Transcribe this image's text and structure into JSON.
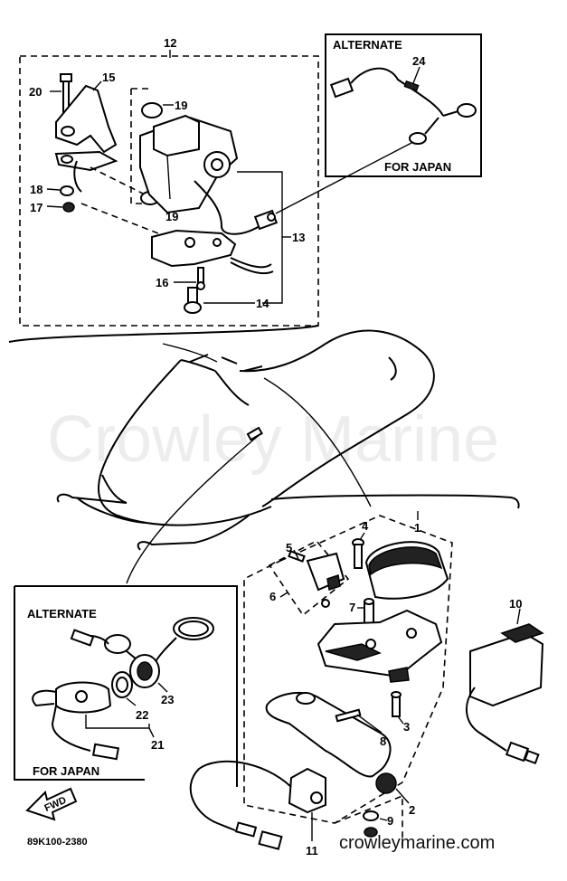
{
  "watermark": "Crowley Marine",
  "site_footer": "crowleymarine.com",
  "diagram_code": "89K100-2380",
  "fwd_label": "FWD",
  "top_box": {
    "title_group": "12",
    "alternate_title": "ALTERNATE",
    "for_japan": "FOR JAPAN"
  },
  "left_box": {
    "alternate_title": "ALTERNATE",
    "for_japan": "FOR JAPAN"
  },
  "callouts": {
    "c1": "1",
    "c2": "2",
    "c3": "3",
    "c4": "4",
    "c5": "5",
    "c6": "6",
    "c7": "7",
    "c8": "8",
    "c9": "9",
    "c10": "10",
    "c11": "11",
    "c13": "13",
    "c14": "14",
    "c15": "15",
    "c16": "16",
    "c17": "17",
    "c18": "18",
    "c19a": "19",
    "c19b": "19",
    "c20": "20",
    "c21": "21",
    "c22": "22",
    "c23": "23",
    "c24": "24"
  }
}
